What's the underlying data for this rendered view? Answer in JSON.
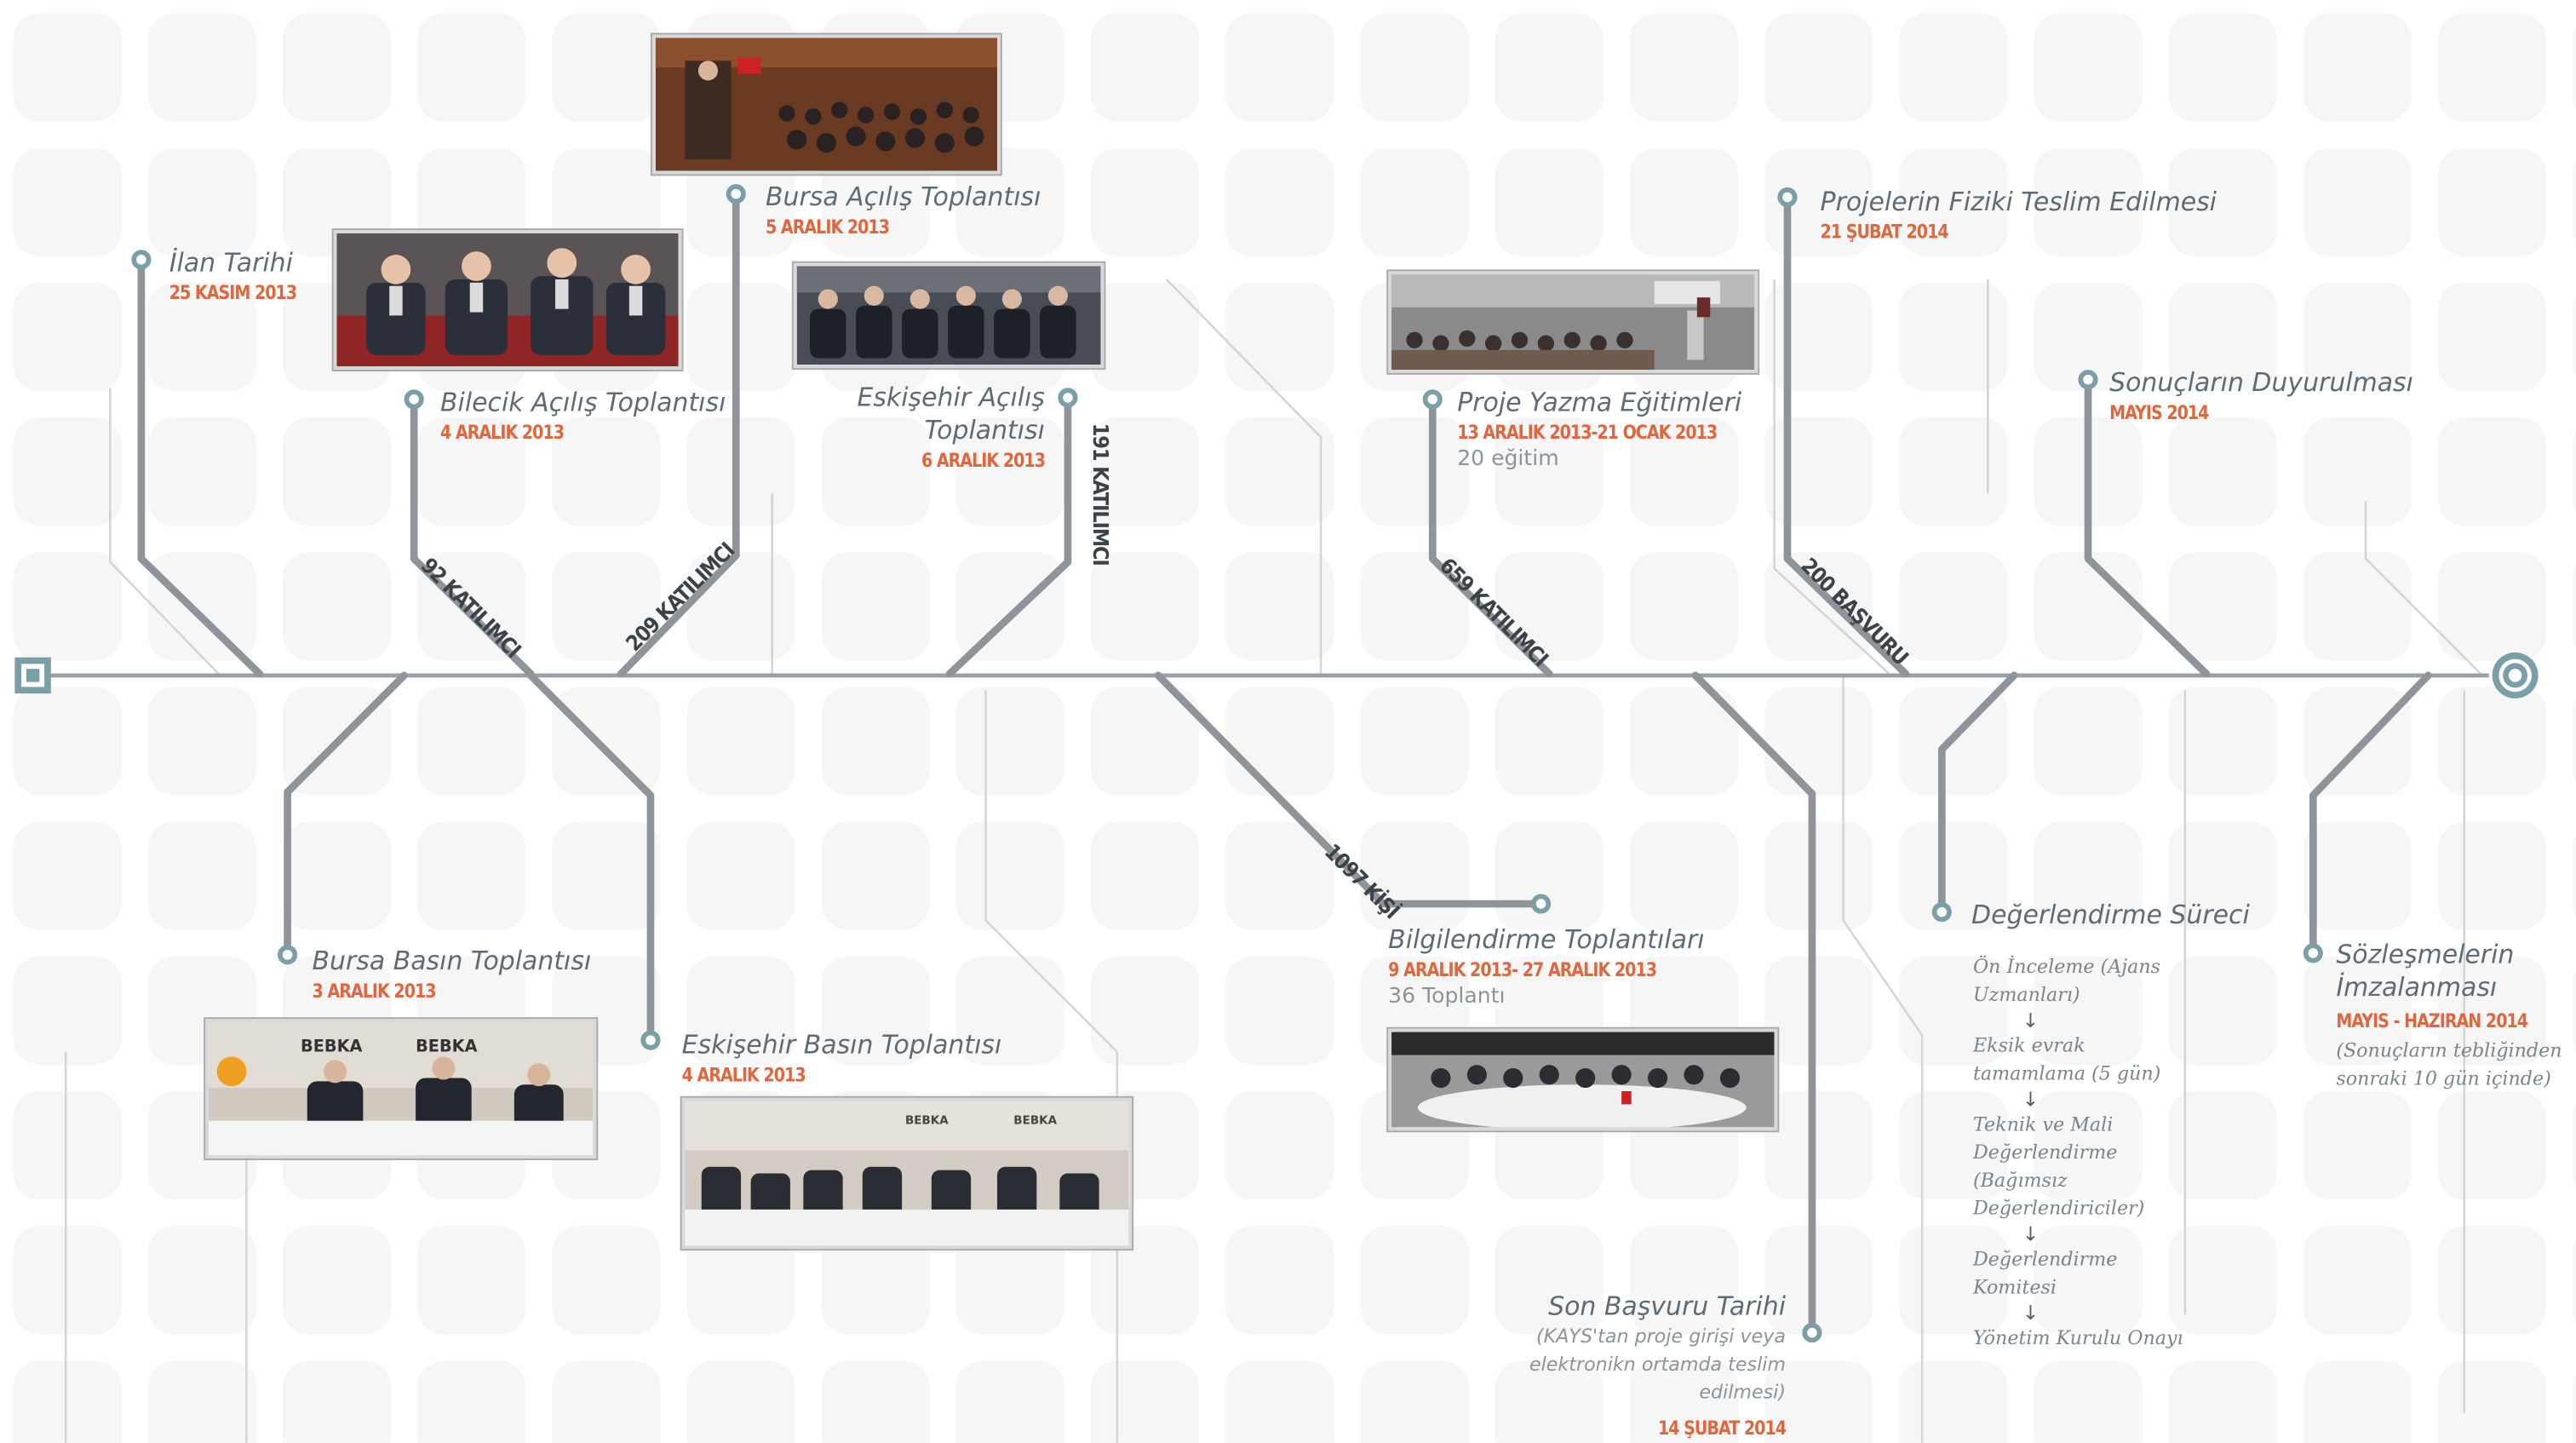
{
  "timeline": {
    "events": [
      {
        "id": "ilan",
        "title": "İlan Tarihi",
        "date": "25 KASIM 2013"
      },
      {
        "id": "bilecik",
        "title": "Bilecik Açılış Toplantısı",
        "date": "4 ARALIK 2013"
      },
      {
        "id": "bursa-acilis",
        "title": "Bursa Açılış Toplantısı",
        "date": "5 ARALIK 2013"
      },
      {
        "id": "eskisehir-acilis",
        "title": "Eskişehir Açılış Toplantısı",
        "date": "6 ARALIK 2013"
      },
      {
        "id": "proje-yazma",
        "title": "Proje Yazma Eğitimleri",
        "date": "13 ARALIK 2013-21 OCAK 2013",
        "sub": "20 eğitim"
      },
      {
        "id": "fiziki",
        "title": "Projelerin Fiziki Teslim Edilmesi",
        "date": "21 ŞUBAT 2014"
      },
      {
        "id": "sonuclar",
        "title": "Sonuçların Duyurulması",
        "date": "MAYIS 2014"
      },
      {
        "id": "bursa-basin",
        "title": "Bursa Basın Toplantısı",
        "date": "3 ARALIK 2013"
      },
      {
        "id": "eskisehir-basin",
        "title": "Eskişehir Basın Toplantısı",
        "date": "4 ARALIK 2013"
      },
      {
        "id": "bilgilendirme",
        "title": "Bilgilendirme Toplantıları",
        "date": "9 ARALIK 2013- 27 ARALIK 2013",
        "sub": "36 Toplantı"
      },
      {
        "id": "son-basvuru",
        "title": "Son Başvuru Tarihi",
        "note": "(KAYS'tan proje girişi veya elektronikn ortamda teslim edilmesi)",
        "date": "14 ŞUBAT 2014"
      },
      {
        "id": "degerlendirme",
        "title": "Değerlendirme Süreci"
      },
      {
        "id": "sozlesme",
        "title": "Sözleşmelerin İmzalanması",
        "date": "MAYIS - HAZIRAN 2014",
        "note": "(Sonuçların tebliğinden sonraki 10 gün içinde)"
      }
    ],
    "segment_labels": {
      "bilecik": "92 KATILIMCI",
      "bursa_acilis": "209 KATILIMCI",
      "eskisehir_acilis": "191 KATILIMCI",
      "proje_yazma": "659 KATILIMCI",
      "basvuru": "200 BAŞVURU",
      "bilgilendirme": "1097 KİŞİ"
    },
    "evaluation_steps": [
      "Ön İnceleme  (Ajans Uzmanları)",
      "Eksik evrak tamamlama (5 gün)",
      "Teknik ve Mali Değerlendirme (Bağımsız Değerlendiriciler)",
      "Değerlendirme Komitesi",
      "Yönetim Kurulu Onayı"
    ],
    "arrow_glyph": "↓",
    "colors": {
      "line": "#8e9499",
      "text": "#5f6b74",
      "date": "#e0663d",
      "accent": "#7b9fa7"
    }
  },
  "photos": [
    {
      "id": "bilecik",
      "banner": ""
    },
    {
      "id": "bursa-acilis",
      "banner": ""
    },
    {
      "id": "eskisehir-acilis",
      "banner": ""
    },
    {
      "id": "proje-yazma",
      "banner": ""
    },
    {
      "id": "bursa-basin",
      "banner": "BEBKA"
    },
    {
      "id": "eskisehir-basin",
      "banner": "BEBKA"
    },
    {
      "id": "bilgilendirme",
      "banner": ""
    }
  ]
}
